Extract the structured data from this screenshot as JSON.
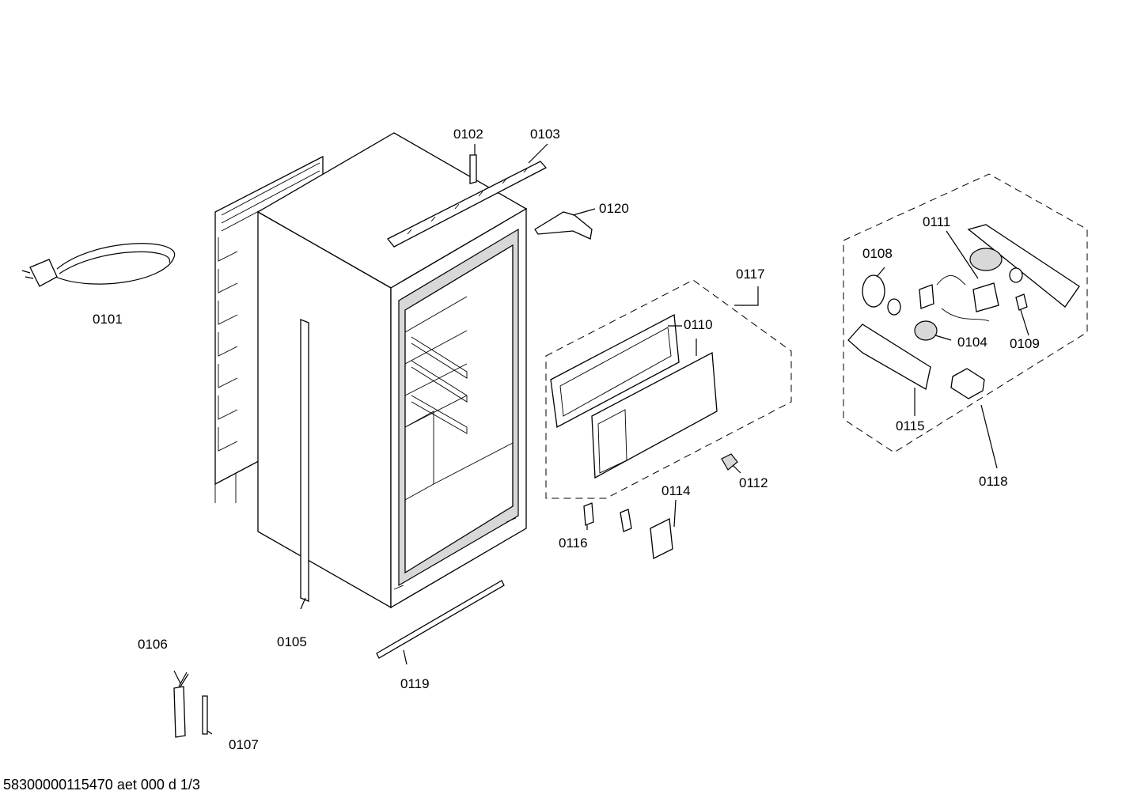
{
  "labels": {
    "p0101": "0101",
    "p0102": "0102",
    "p0103": "0103",
    "p0104": "0104",
    "p0105": "0105",
    "p0106": "0106",
    "p0107": "0107",
    "p0108": "0108",
    "p0109": "0109",
    "p0110": "0110",
    "p0111": "0111",
    "p0112": "0112",
    "p0114": "0114",
    "p0115": "0115",
    "p0116": "0116",
    "p0117": "0117",
    "p0118": "0118",
    "p0119": "0119",
    "p0120": "0120"
  },
  "document_id": "58300000115470 aet 000 d 1/3"
}
